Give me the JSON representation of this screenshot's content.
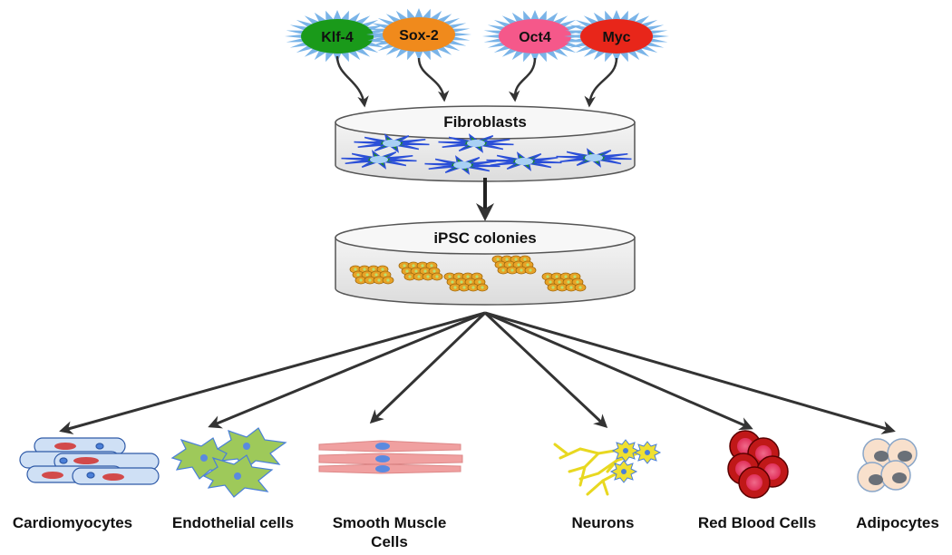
{
  "factors": [
    {
      "label": "Klf-4",
      "color": "#1a9a1a"
    },
    {
      "label": "Sox-2",
      "color": "#f08a1c"
    },
    {
      "label": "Oct4",
      "color": "#f5588a"
    },
    {
      "label": "Myc",
      "color": "#e8261a"
    }
  ],
  "dishes": {
    "fibroblasts": {
      "label": "Fibroblasts"
    },
    "ipsc": {
      "label": "iPSC colonies"
    }
  },
  "cell_types": [
    {
      "label": "Cardiomyocytes"
    },
    {
      "label": "Endothelial cells"
    },
    {
      "label": "Smooth Muscle Cells"
    },
    {
      "label": "Neurons"
    },
    {
      "label": "Red Blood Cells"
    },
    {
      "label": "Adipocytes"
    }
  ],
  "colors": {
    "fibroblast_body": "#1e8a2a",
    "fibroblast_accent": "#2b4fd8",
    "colony": "#e8a226",
    "arrow": "#333333"
  }
}
